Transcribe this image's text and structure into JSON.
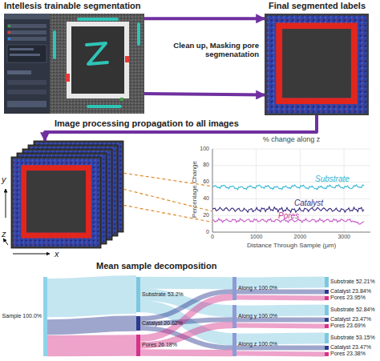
{
  "diagram": {
    "nodes": [
      {
        "text": [
          "Intellesis trainable segmentation"
        ]
      },
      {
        "text": [
          "Final segmented labels"
        ]
      },
      {
        "text": [
          "y",
          "z",
          "x"
        ]
      },
      {
        "text": [
          "% change along z",
          "Percentage Change",
          "Distance Through Sample (μm)",
          "Substrate",
          "Catalyst",
          "Pores",
          "100",
          "80",
          "60",
          "40",
          "20",
          "0",
          "0",
          "1000",
          "2000",
          "3000"
        ]
      },
      {
        "text": [
          "Sample 100.0%"
        ]
      },
      {
        "text": [
          "Substrate 53.2%"
        ]
      },
      {
        "text": [
          "Catalyst 20.62%"
        ]
      },
      {
        "text": [
          "Pores 26.18%"
        ]
      },
      {
        "text": [
          "Along x 100.0%"
        ]
      },
      {
        "text": [
          "Along y 100.0%"
        ]
      },
      {
        "text": [
          "Along z 100.0%"
        ]
      },
      {
        "text": [
          "Substrate 52.21%"
        ]
      },
      {
        "text": [
          "Catalyst 23.84%"
        ]
      },
      {
        "text": [
          "Pores 23.95%"
        ]
      },
      {
        "text": [
          "Substrate 52.84%"
        ]
      },
      {
        "text": [
          "Catalyst 23.47%"
        ]
      },
      {
        "text": [
          "Pores 23.69%"
        ]
      },
      {
        "text": [
          "Substrate 53.15%"
        ]
      },
      {
        "text": [
          "Catalyst 23.47%"
        ]
      },
      {
        "text": [
          "Pores 23.38%"
        ]
      }
    ],
    "edges": [
      {
        "from": 0,
        "to": 1,
        "arrow": "to"
      },
      {
        "from": 0,
        "to": 1,
        "arrow": "to",
        "label": "Clean up, Masking pore segmenatation"
      },
      {
        "from": 1,
        "to": 2,
        "arrow": "to",
        "label": "Image processing propagation to all images"
      },
      {
        "from": 2,
        "to": 3,
        "arrow": "none"
      },
      {
        "from": 2,
        "to": 3,
        "arrow": "none"
      },
      {
        "from": 2,
        "to": 3,
        "arrow": "none"
      },
      {
        "from": 4,
        "to": 5,
        "arrow": "none"
      },
      {
        "from": 4,
        "to": 6,
        "arrow": "none"
      },
      {
        "from": 4,
        "to": 7,
        "arrow": "none"
      },
      {
        "from": 5,
        "to": 8,
        "arrow": "none"
      },
      {
        "from": 5,
        "to": 9,
        "arrow": "none"
      },
      {
        "from": 5,
        "to": 10,
        "arrow": "none"
      },
      {
        "from": 6,
        "to": 8,
        "arrow": "none"
      },
      {
        "from": 6,
        "to": 9,
        "arrow": "none"
      },
      {
        "from": 6,
        "to": 10,
        "arrow": "none"
      },
      {
        "from": 7,
        "to": 8,
        "arrow": "none"
      },
      {
        "from": 7,
        "to": 9,
        "arrow": "none"
      },
      {
        "from": 7,
        "to": 10,
        "arrow": "none"
      },
      {
        "from": 8,
        "to": 11,
        "arrow": "none"
      },
      {
        "from": 8,
        "to": 12,
        "arrow": "none"
      },
      {
        "from": 8,
        "to": 13,
        "arrow": "none"
      },
      {
        "from": 9,
        "to": 14,
        "arrow": "none"
      },
      {
        "from": 9,
        "to": 15,
        "arrow": "none"
      },
      {
        "from": 9,
        "to": 16,
        "arrow": "none"
      },
      {
        "from": 10,
        "to": 17,
        "arrow": "none"
      },
      {
        "from": 10,
        "to": 18,
        "arrow": "none"
      },
      {
        "from": 10,
        "to": 19,
        "arrow": "none"
      }
    ],
    "labels": [
      "Mean sample decomposition"
    ]
  }
}
